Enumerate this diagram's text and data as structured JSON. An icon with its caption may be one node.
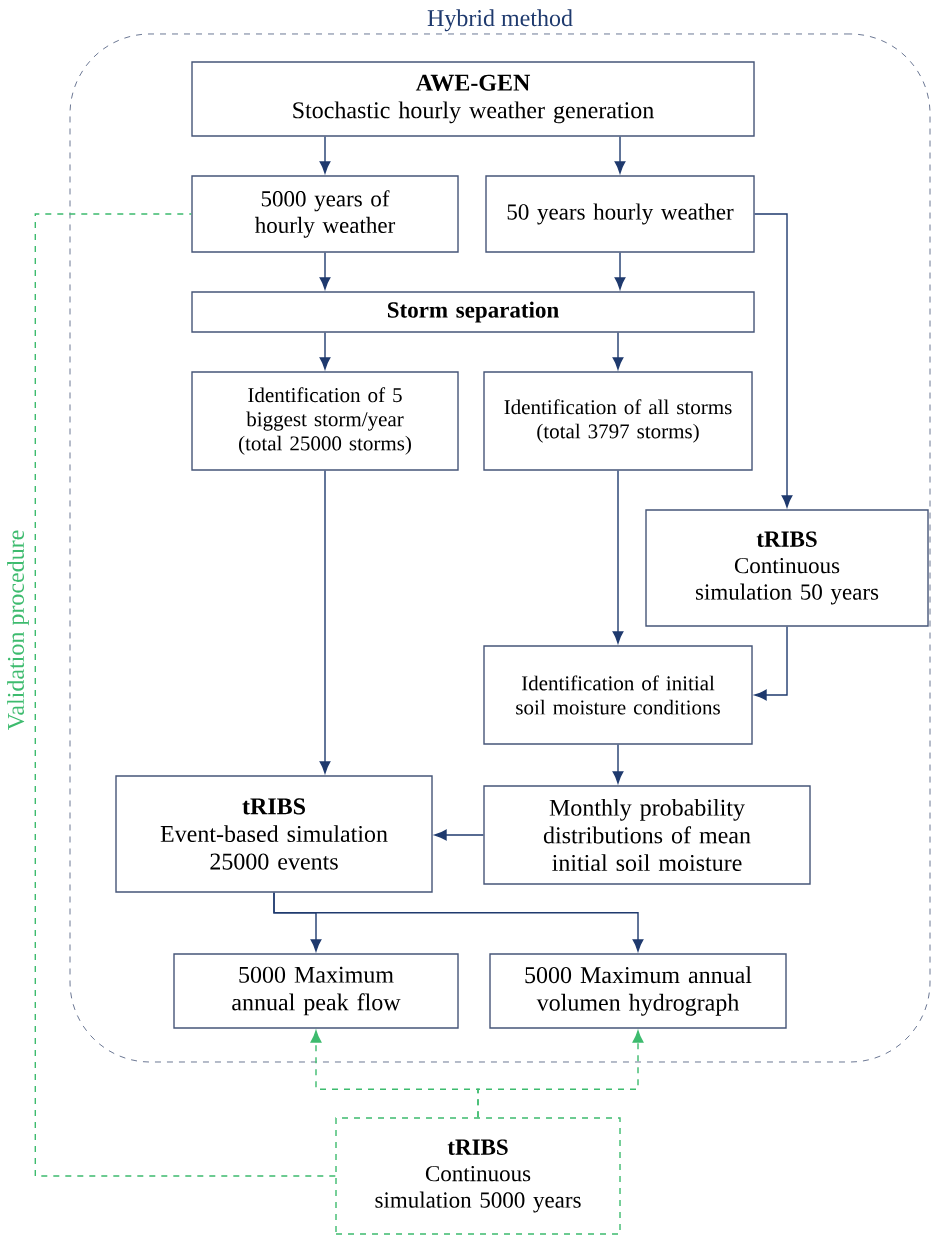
{
  "diagram": {
    "nodes": [
      {
        "text": [
          "Hybrid method"
        ]
      },
      {
        "text": [
          "AWE-GEN",
          "Stochastic hourly weather generation"
        ],
        "in": 0
      },
      {
        "text": [
          "5000 years of hourly weather"
        ],
        "in": 0
      },
      {
        "text": [
          "50 years hourly weather"
        ],
        "in": 0
      },
      {
        "text": [
          "Storm separation"
        ],
        "in": 0
      },
      {
        "text": [
          "Identification of 5 biggest storm/year (total 25000 storms)"
        ],
        "in": 0
      },
      {
        "text": [
          "Identification of all storms (total 3797 storms)"
        ],
        "in": 0
      },
      {
        "text": [
          "tRIBS",
          "Continuous simulation 50 years"
        ],
        "in": 0
      },
      {
        "text": [
          "Identification of initial soil moisture conditions"
        ],
        "in": 0
      },
      {
        "text": [
          "tRIBS",
          "Event-based simulation 25000 events"
        ],
        "in": 0
      },
      {
        "text": [
          "Monthly probability distributions of mean initial soil moisture"
        ],
        "in": 0
      },
      {
        "text": [
          "5000 Maximum annual peak flow"
        ],
        "in": 0
      },
      {
        "text": [
          "5000 Maximum annual volumen hydrograph"
        ],
        "in": 0
      },
      {
        "text": [
          "tRIBS",
          "Continuous simulation 5000 years"
        ]
      }
    ],
    "edges": [
      {
        "from": 1,
        "to": 2,
        "arrow": "to"
      },
      {
        "from": 1,
        "to": 3,
        "arrow": "to"
      },
      {
        "from": 2,
        "to": 4,
        "arrow": "to"
      },
      {
        "from": 3,
        "to": 4,
        "arrow": "to"
      },
      {
        "from": 4,
        "to": 5,
        "arrow": "to"
      },
      {
        "from": 4,
        "to": 6,
        "arrow": "to"
      },
      {
        "from": 3,
        "to": 7,
        "arrow": "to"
      },
      {
        "from": 5,
        "to": 9,
        "arrow": "to"
      },
      {
        "from": 6,
        "to": 8,
        "arrow": "to"
      },
      {
        "from": 7,
        "to": 8,
        "arrow": "to"
      },
      {
        "from": 8,
        "to": 10,
        "arrow": "to"
      },
      {
        "from": 10,
        "to": 9,
        "arrow": "to"
      },
      {
        "from": 9,
        "to": 11,
        "arrow": "to"
      },
      {
        "from": 9,
        "to": 12,
        "arrow": "to"
      },
      {
        "from": 13,
        "to": 11,
        "arrow": "to",
        "style": "dashed",
        "color": "#3dbb6e"
      },
      {
        "from": 13,
        "to": 12,
        "arrow": "to",
        "style": "dashed",
        "color": "#3dbb6e"
      },
      {
        "from": 13,
        "to": 2,
        "arrow": "none",
        "style": "dashed",
        "color": "#3dbb6e",
        "label": "Validation procedure"
      }
    ]
  }
}
